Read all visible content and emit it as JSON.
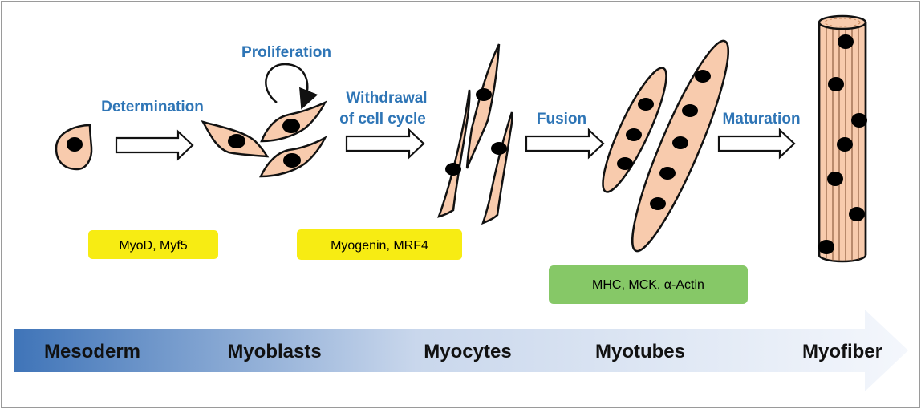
{
  "steps": {
    "determination": "Determination",
    "proliferation": "Proliferation",
    "withdrawal_line1": "Withdrawal",
    "withdrawal_line2": "of cell cycle",
    "fusion": "Fusion",
    "maturation": "Maturation"
  },
  "markers": {
    "myod": "MyoD, Myf5",
    "myogenin": "Myogenin, MRF4",
    "mhc": "MHC, MCK, α-Actin"
  },
  "stages": [
    "Mesoderm",
    "Myoblasts",
    "Myocytes",
    "Myotubes",
    "Myofiber"
  ],
  "colors": {
    "step_text": "#2e75b6",
    "cell_fill": "#f8cbad",
    "nucleus": "#000000",
    "marker_yellow": "#f7ec13",
    "marker_green": "#86c867",
    "gradient_start": "#3f74b8",
    "gradient_end": "#f2f6fb"
  }
}
